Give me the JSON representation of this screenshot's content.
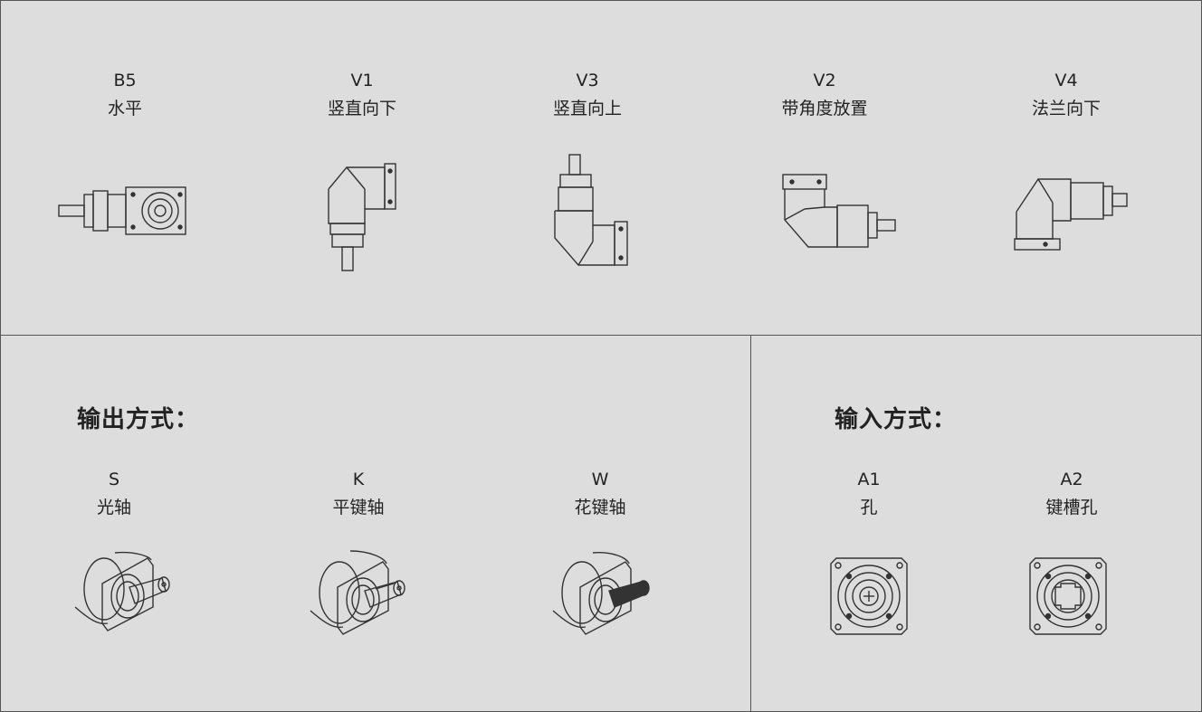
{
  "mounting": [
    {
      "code": "B5",
      "label": "水平",
      "icon": "gearbox-horizontal-icon"
    },
    {
      "code": "V1",
      "label": "竖直向下",
      "icon": "gearbox-vertical-down-icon"
    },
    {
      "code": "V3",
      "label": "竖直向上",
      "icon": "gearbox-vertical-up-icon"
    },
    {
      "code": "V2",
      "label": "带角度放置",
      "icon": "gearbox-angled-icon"
    },
    {
      "code": "V4",
      "label": "法兰向下",
      "icon": "gearbox-flange-down-icon"
    }
  ],
  "output": {
    "heading": "输出方式：",
    "items": [
      {
        "code": "S",
        "label": "光轴",
        "icon": "smooth-shaft-icon"
      },
      {
        "code": "K",
        "label": "平键轴",
        "icon": "keyed-shaft-icon"
      },
      {
        "code": "W",
        "label": "花键轴",
        "icon": "spline-shaft-icon"
      }
    ]
  },
  "input": {
    "heading": "输入方式：",
    "items": [
      {
        "code": "A1",
        "label": "孔",
        "icon": "bore-flange-icon"
      },
      {
        "code": "A2",
        "label": "键槽孔",
        "icon": "keyway-flange-icon"
      }
    ]
  }
}
